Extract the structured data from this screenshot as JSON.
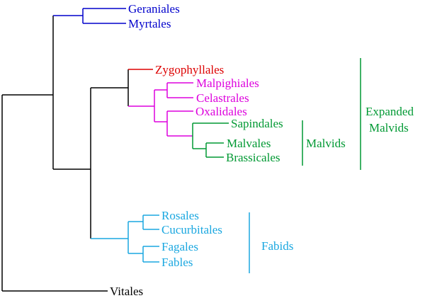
{
  "tree": {
    "leaves": {
      "geraniales": {
        "label": "Geraniales",
        "color": "#0000cc"
      },
      "myrtales": {
        "label": "Myrtales",
        "color": "#0000cc"
      },
      "zygophyllales": {
        "label": "Zygophyllales",
        "color": "#dd0000"
      },
      "malpighiales": {
        "label": "Malpighiales",
        "color": "#dd00dd"
      },
      "celastrales": {
        "label": "Celastrales",
        "color": "#dd00dd"
      },
      "oxalidales": {
        "label": "Oxalidales",
        "color": "#dd00dd"
      },
      "sapindales": {
        "label": "Sapindales",
        "color": "#009933"
      },
      "malvales": {
        "label": "Malvales",
        "color": "#009933"
      },
      "brassicales": {
        "label": "Brassicales",
        "color": "#009933"
      },
      "rosales": {
        "label": "Rosales",
        "color": "#1aa7e0"
      },
      "cucurbitales": {
        "label": "Cucurbitales",
        "color": "#1aa7e0"
      },
      "fagales": {
        "label": "Fagales",
        "color": "#1aa7e0"
      },
      "fables": {
        "label": "Fables",
        "color": "#1aa7e0"
      },
      "vitales": {
        "label": "Vitales",
        "color": "#000000"
      }
    },
    "clades": {
      "malvids": {
        "label": "Malvids",
        "color": "#009933"
      },
      "expanded_malvids": {
        "line1": "Expanded",
        "line2": "Malvids",
        "color": "#009933"
      },
      "fabids": {
        "label": "Fabids",
        "color": "#1aa7e0"
      }
    }
  }
}
